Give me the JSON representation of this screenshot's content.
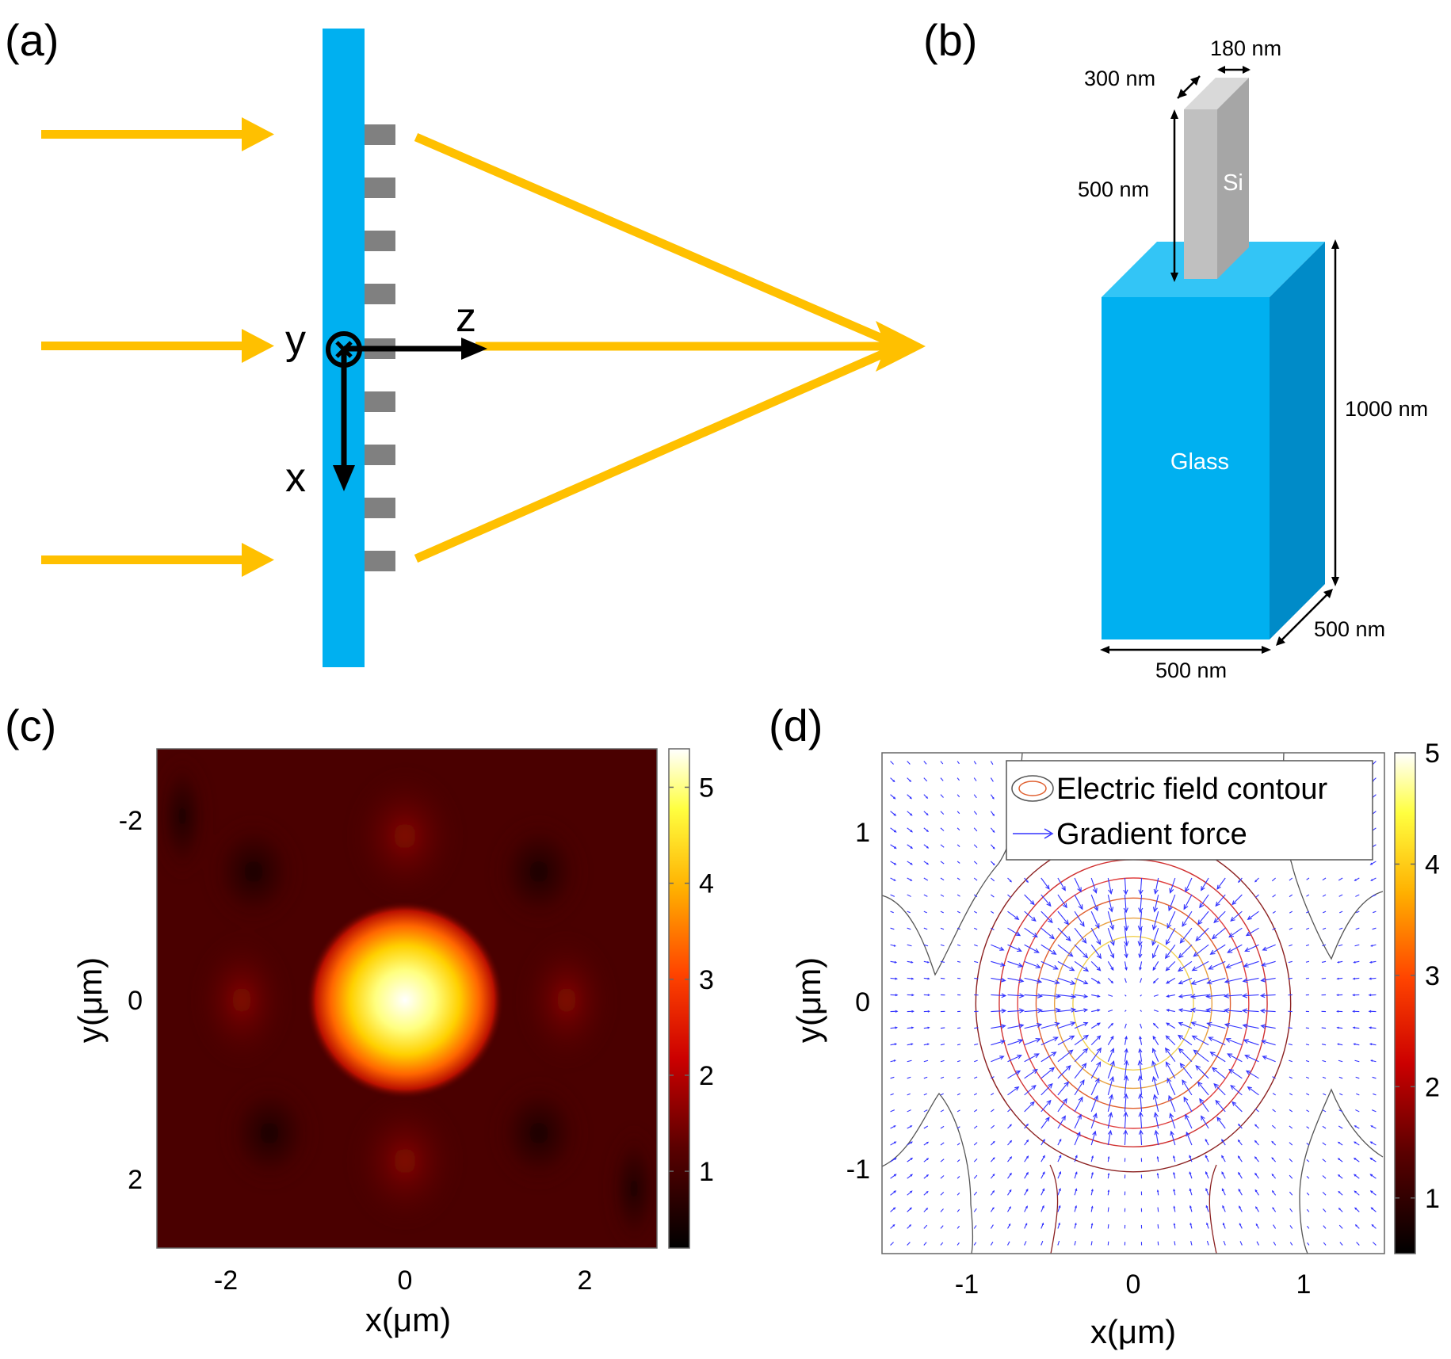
{
  "panel_labels": {
    "a": "(a)",
    "b": "(b)",
    "c": "(c)",
    "d": "(d)"
  },
  "panel_a": {
    "axis_y": "y",
    "axis_z": "z",
    "axis_x": "x"
  },
  "panel_b": {
    "pillar_material": "Si",
    "substrate_material": "Glass",
    "dim_pillar_depth": "300 nm",
    "dim_pillar_width": "180 nm",
    "dim_pillar_height": "500 nm",
    "dim_substrate_height": "1000 nm",
    "dim_substrate_depth": "500 nm",
    "dim_substrate_width": "500 nm"
  },
  "colors": {
    "beam": "#FFC000",
    "substrate": "#00B0F0",
    "substrate_top": "#33C5F6",
    "substrate_side": "#008BC8",
    "pillar_front": "#C0C0C0",
    "pillar_side": "#A6A6A6",
    "pillar_top": "#D9D9D9",
    "grating": "#808080",
    "arrow_blue": "#3333FF"
  },
  "chart_data": [
    {
      "panel": "(c)",
      "type": "heatmap",
      "xlabel": "x(μm)",
      "ylabel": "y(μm)",
      "x_ticks": [
        "-2",
        "0",
        "2"
      ],
      "y_ticks": [
        "-2",
        "0",
        "2"
      ],
      "xlim": [
        -2.8,
        2.8
      ],
      "ylim": [
        -2.8,
        2.8
      ],
      "colormap": "hot",
      "colorbar_ticks": [
        "1",
        "2",
        "3",
        "4",
        "5"
      ],
      "colorbar_range": [
        0.2,
        5.4
      ]
    },
    {
      "panel": "(d)",
      "type": "contour+quiver",
      "xlabel": "x(μm)",
      "ylabel": "y(μm)",
      "x_ticks": [
        "-1",
        "0",
        "1"
      ],
      "y_ticks": [
        "1",
        "0",
        "-1"
      ],
      "xlim": [
        -1.5,
        1.5
      ],
      "ylim": [
        -1.5,
        1.5
      ],
      "colormap": "hot",
      "colorbar_ticks": [
        "1",
        "2",
        "3",
        "4",
        "5"
      ],
      "colorbar_range": [
        0.5,
        5.0
      ],
      "legend": [
        "Electric field contour",
        "Gradient force"
      ],
      "legend_position": "top-right"
    }
  ]
}
